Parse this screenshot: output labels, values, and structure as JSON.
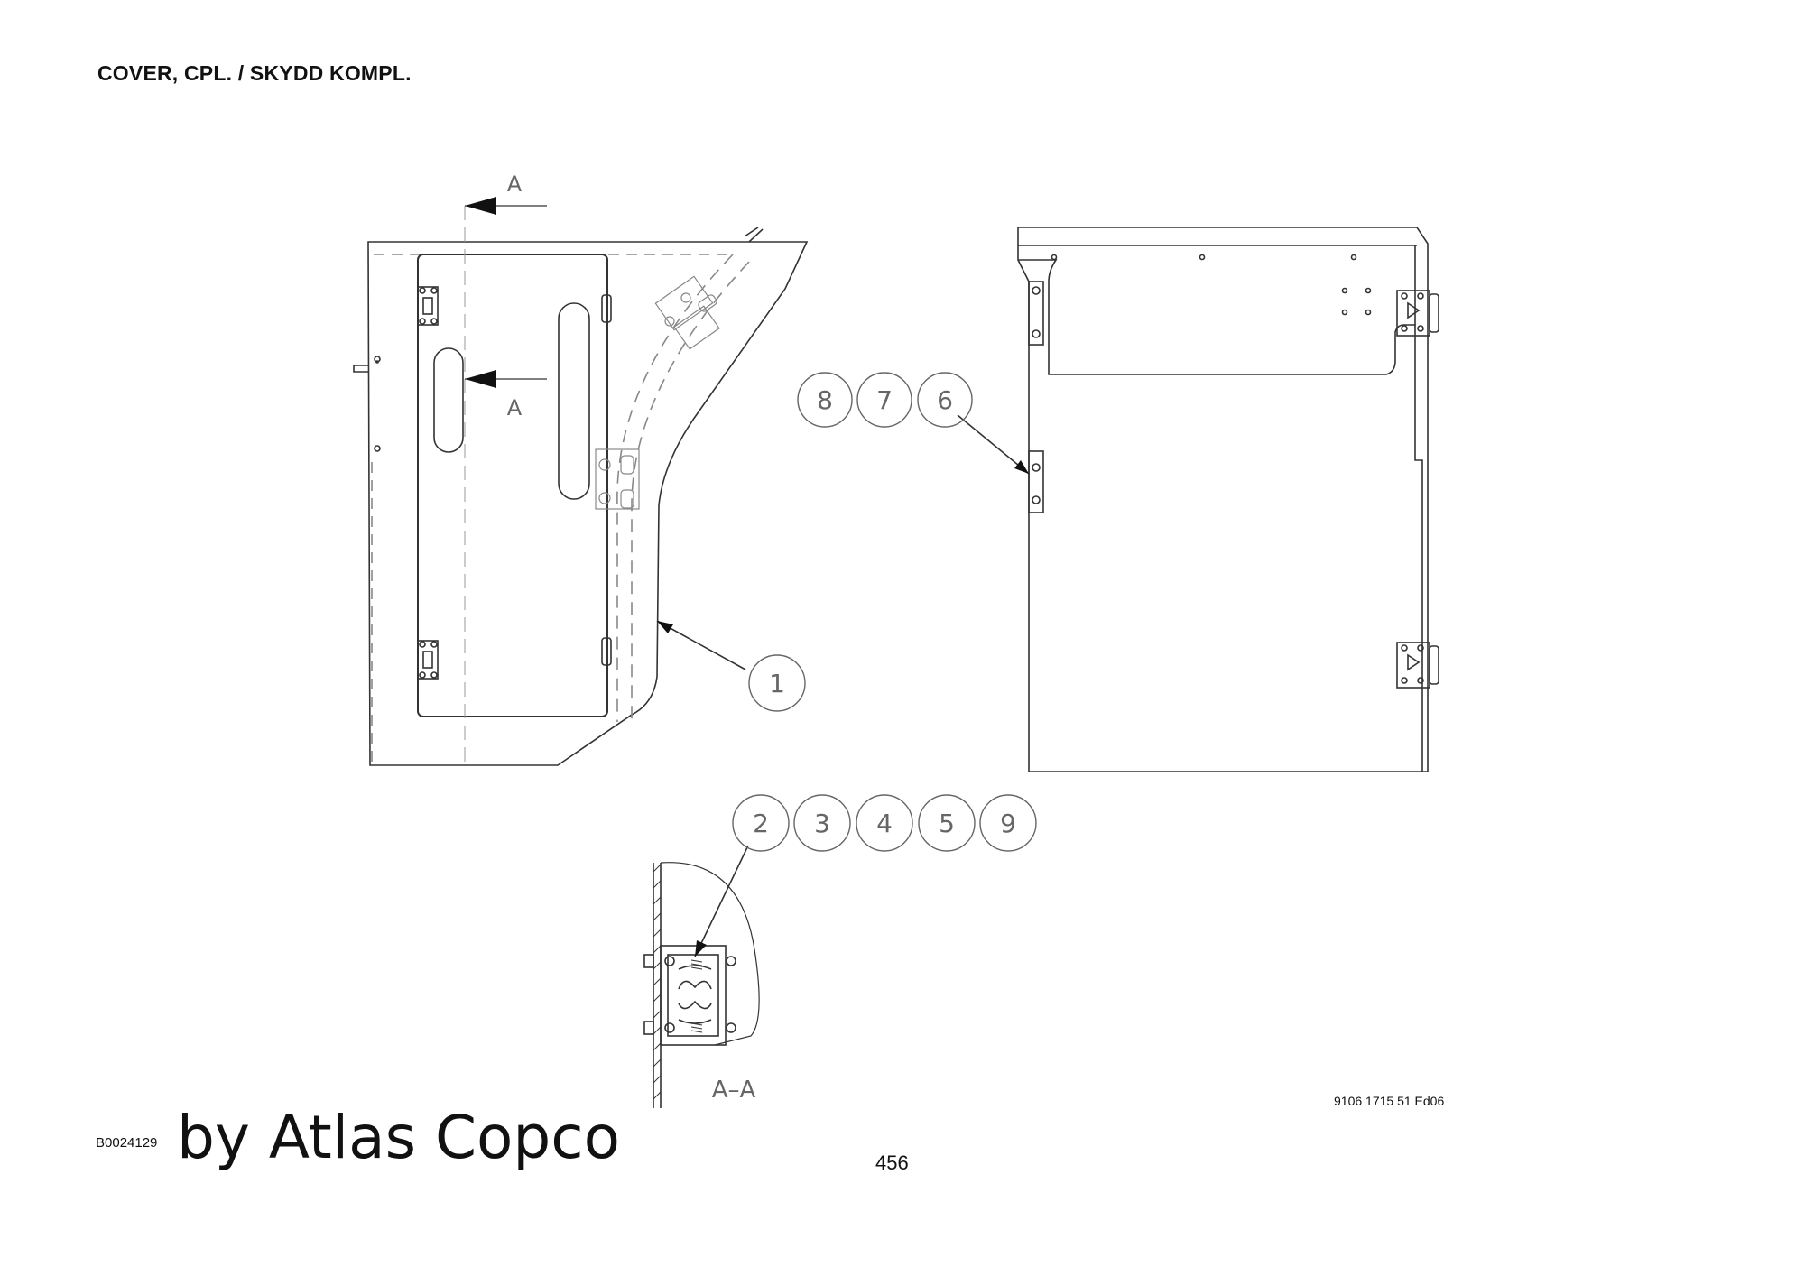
{
  "header": {
    "title": "COVER, CPL. / SKYDD KOMPL."
  },
  "section_marks": {
    "a_top": "A",
    "a_mid": "A",
    "section_label": "A–A"
  },
  "callouts": {
    "c1": "1",
    "c2": "2",
    "c3": "3",
    "c4": "4",
    "c5": "5",
    "c6": "6",
    "c7": "7",
    "c8": "8",
    "c9": "9"
  },
  "footer": {
    "doc_code": "9106 1715 51 Ed06",
    "ref_code": "B0024129",
    "byline": "by Atlas Copco",
    "page_number": "456"
  },
  "colors": {
    "line": "#333333",
    "hidden_line": "#777777",
    "balloon": "#666666"
  }
}
